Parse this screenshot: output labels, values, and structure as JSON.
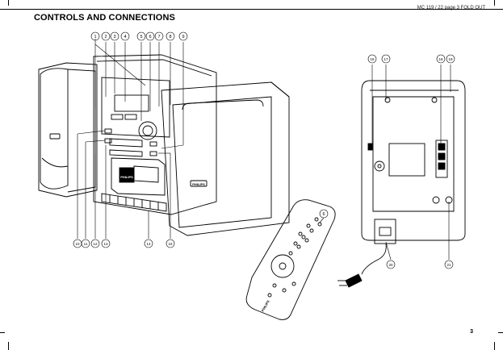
{
  "header": {
    "reference": "MC 119 / 22 page 3 FOLD OUT",
    "title": "CONTROLS AND CONNECTIONS"
  },
  "callouts": {
    "c1": "1",
    "c2": "2",
    "c3": "3",
    "c4": "4",
    "c5": "5",
    "c6": "6",
    "c7": "7",
    "c8": "8",
    "c9": "9",
    "c10": "10",
    "c11": "11",
    "c12": "12",
    "c13": "13",
    "c14": "14",
    "c15": "15",
    "c16": "16",
    "c17": "17",
    "c18": "18",
    "c19": "19",
    "c20": "20",
    "c21": "21",
    "c6r": "6"
  },
  "brand": {
    "front": "PHILIPS",
    "speaker": "PHILIPS",
    "remote": "PHILIPS"
  },
  "footer": {
    "page_number": "3"
  }
}
